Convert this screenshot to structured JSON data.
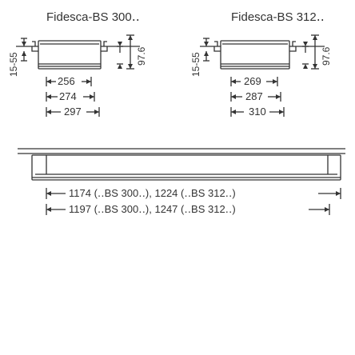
{
  "left": {
    "title": "Fidesca-BS 300․․",
    "height_label": "15-55",
    "depth_label": "97.6",
    "widths": [
      "256",
      "274",
      "297"
    ]
  },
  "right": {
    "title": "Fidesca-BS 312․․",
    "height_label": "15-55",
    "depth_label": "97.6",
    "widths": [
      "269",
      "287",
      "310"
    ]
  },
  "bottom": {
    "length_line_1": "1174 (․․BS 300․․), 1224 (․․BS 312․․)",
    "length_line_2": "1197 (․․BS 300․․), 1247 (․․BS 312․․)"
  },
  "colors": {
    "line": "#333333",
    "background": "#ffffff"
  }
}
